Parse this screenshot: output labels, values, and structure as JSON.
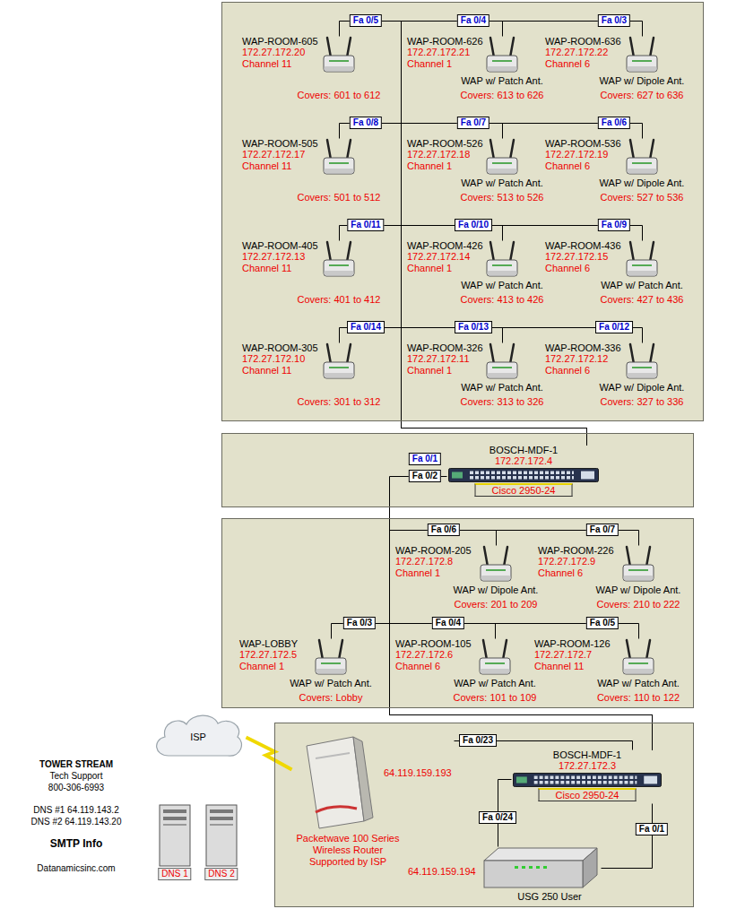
{
  "diagram": {
    "nodes": [
      {
        "text": []
      },
      {
        "text": [
          "WAP-ROOM-605",
          "172.27.172.20",
          "Channel 11",
          "Covers: 601 to 612"
        ],
        "in": 0
      },
      {
        "text": [
          "WAP-ROOM-626",
          "172.27.172.21",
          "Channel 1",
          "WAP w/ Patch Ant.",
          "Covers: 613 to 626"
        ],
        "in": 0
      },
      {
        "text": [
          "WAP-ROOM-636",
          "172.27.172.22",
          "Channel 6",
          "WAP w/ Dipole Ant.",
          "Covers: 627 to 636"
        ],
        "in": 0
      },
      {
        "text": [
          "WAP-ROOM-505",
          "172.27.172.17",
          "Channel 11",
          "Covers: 501 to 512"
        ],
        "in": 0
      },
      {
        "text": [
          "WAP-ROOM-526",
          "172.27.172.18",
          "Channel 1",
          "WAP w/ Patch Ant.",
          "Covers: 513 to 526"
        ],
        "in": 0
      },
      {
        "text": [
          "WAP-ROOM-536",
          "172.27.172.19",
          "Channel 6",
          "WAP w/ Dipole Ant.",
          "Covers: 527 to 536"
        ],
        "in": 0
      },
      {
        "text": [
          "WAP-ROOM-405",
          "172.27.172.13",
          "Channel 11",
          "Covers: 401 to 412"
        ],
        "in": 0
      },
      {
        "text": [
          "WAP-ROOM-426",
          "172.27.172.14",
          "Channel 1",
          "WAP w/ Patch Ant.",
          "Covers: 413 to 426"
        ],
        "in": 0
      },
      {
        "text": [
          "WAP-ROOM-436",
          "172.27.172.15",
          "Channel 6",
          "WAP w/ Patch Ant.",
          "Covers: 427 to 436"
        ],
        "in": 0
      },
      {
        "text": [
          "WAP-ROOM-305",
          "172.27.172.10",
          "Channel 11",
          "Covers: 301 to 312"
        ],
        "in": 0
      },
      {
        "text": [
          "WAP-ROOM-326",
          "172.27.172.11",
          "Channel 1",
          "WAP w/ Patch Ant.",
          "Covers: 313 to 326"
        ],
        "in": 0
      },
      {
        "text": [
          "WAP-ROOM-336",
          "172.27.172.12",
          "Channel 6",
          "WAP w/ Dipole Ant.",
          "Covers: 327 to 336"
        ],
        "in": 0
      },
      {
        "text": []
      },
      {
        "text": [
          "BOSCH-MDF-1",
          "172.27.172.4",
          "Cisco 2950-24"
        ],
        "in": 13
      },
      {
        "text": []
      },
      {
        "text": [
          "WAP-ROOM-205",
          "172.27.172.8",
          "Channel 1",
          "WAP w/ Dipole Ant.",
          "Covers: 201 to 209"
        ],
        "in": 15
      },
      {
        "text": [
          "WAP-ROOM-226",
          "172.27.172.9",
          "Channel 6",
          "WAP w/ Dipole Ant.",
          "Covers: 210 to 222"
        ],
        "in": 15
      },
      {
        "text": [
          "WAP-LOBBY",
          "172.27.172.5",
          "Channel 1",
          "WAP w/ Patch Ant.",
          "Covers: Lobby"
        ],
        "in": 15
      },
      {
        "text": [
          "WAP-ROOM-105",
          "172.27.172.6",
          "Channel 6",
          "WAP w/ Patch Ant.",
          "Covers: 101 to 109"
        ],
        "in": 15
      },
      {
        "text": [
          "WAP-ROOM-126",
          "172.27.172.7",
          "Channel 11",
          "WAP w/ Patch Ant.",
          "Covers: 110 to 122"
        ],
        "in": 15
      },
      {
        "text": [
          "ISP"
        ]
      },
      {
        "text": []
      },
      {
        "text": [
          "64.119.159.193",
          "Packetwave 100 Series Wireless Router Supported by ISP"
        ],
        "in": 22
      },
      {
        "text": [
          "BOSCH-MDF-1",
          "172.27.172.3",
          "Cisco 2950-24"
        ],
        "in": 22
      },
      {
        "text": [
          "DNS 1"
        ]
      },
      {
        "text": [
          "DNS 2"
        ]
      },
      {
        "text": [
          "64.119.159.194",
          "USG 250 User"
        ],
        "in": 22
      }
    ],
    "edges": [
      {
        "from": 14,
        "to": 1,
        "label": "Fa 0/5",
        "arrow": "none"
      },
      {
        "from": 14,
        "to": 2,
        "label": "Fa 0/4",
        "arrow": "none"
      },
      {
        "from": 14,
        "to": 3,
        "label": "Fa 0/3",
        "arrow": "none"
      },
      {
        "from": 14,
        "to": 4,
        "label": "Fa 0/8",
        "arrow": "none"
      },
      {
        "from": 14,
        "to": 5,
        "label": "Fa 0/7",
        "arrow": "none"
      },
      {
        "from": 14,
        "to": 6,
        "label": "Fa 0/6",
        "arrow": "none"
      },
      {
        "from": 14,
        "to": 7,
        "label": "Fa 0/11",
        "arrow": "none"
      },
      {
        "from": 14,
        "to": 8,
        "label": "Fa 0/10",
        "arrow": "none"
      },
      {
        "from": 14,
        "to": 9,
        "label": "Fa 0/9",
        "arrow": "none"
      },
      {
        "from": 14,
        "to": 10,
        "label": "Fa 0/14",
        "arrow": "none"
      },
      {
        "from": 14,
        "to": 11,
        "label": "Fa 0/13",
        "arrow": "none"
      },
      {
        "from": 14,
        "to": 12,
        "label": "Fa 0/12",
        "arrow": "none"
      },
      {
        "from": 14,
        "to": 24,
        "label": "Fa 0/2",
        "arrow": "none"
      },
      {
        "from": 24,
        "to": 16,
        "label": "Fa 0/6",
        "arrow": "none"
      },
      {
        "from": 24,
        "to": 17,
        "label": "Fa 0/7",
        "arrow": "none"
      },
      {
        "from": 24,
        "to": 18,
        "label": "Fa 0/3",
        "arrow": "none"
      },
      {
        "from": 24,
        "to": 19,
        "label": "Fa 0/4",
        "arrow": "none"
      },
      {
        "from": 24,
        "to": 20,
        "label": "Fa 0/5",
        "arrow": "none"
      },
      {
        "from": 21,
        "to": 23,
        "arrow": "none"
      },
      {
        "from": 23,
        "to": 24,
        "label": "Fa 0/23",
        "arrow": "none"
      },
      {
        "from": 24,
        "to": 27,
        "label": "Fa 0/24",
        "arrow": "none"
      },
      {
        "from": 24,
        "to": 27,
        "label": "Fa 0/1",
        "arrow": "none"
      }
    ],
    "labels": [
      "Fa 0/1",
      "TOWER STREAM",
      "Tech Support",
      "800-306-6993",
      "DNS #1 64.119.143.2",
      "DNS #2 64.119.143.20",
      "SMTP Info",
      "Datanamicsinc.com"
    ]
  }
}
